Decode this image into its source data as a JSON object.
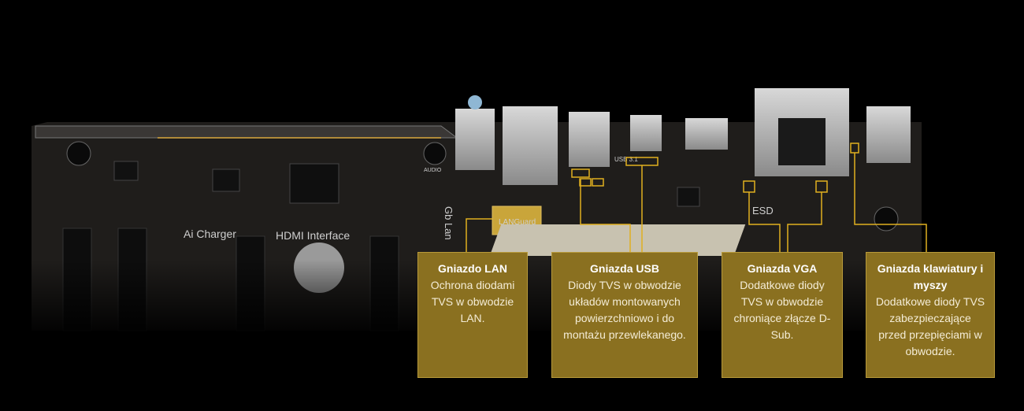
{
  "board": {
    "silk_ai_charger": "Ai Charger",
    "silk_hdmi_interface": "HDMI Interface",
    "silk_gb_lan": "Gb Lan",
    "silk_languard": "LANGuard",
    "silk_esd": "ESD",
    "silk_usb31": "USB 3.1",
    "silk_audio": "AUDIO"
  },
  "callouts": [
    {
      "title": "Gniazdo LAN",
      "desc": "Ochrona diodami TVS w obwodzie LAN."
    },
    {
      "title": "Gniazda USB",
      "desc": "Diody TVS w obwodzie układów montowanych powierzchniowo i do montażu przewlekanego."
    },
    {
      "title": "Gniazda VGA",
      "desc": "Dodatkowe diody TVS w obwodzie chroniące złącze D-Sub."
    },
    {
      "title": "Gniazda klawiatury i myszy",
      "desc": "Dodatkowe diody TVS zabezpieczające przed przepięciami w obwodzie."
    }
  ],
  "colors": {
    "callout_bg": "#8a7020",
    "leader_line": "#e0b020",
    "pcb": "#1c1a18",
    "background": "#000000"
  }
}
